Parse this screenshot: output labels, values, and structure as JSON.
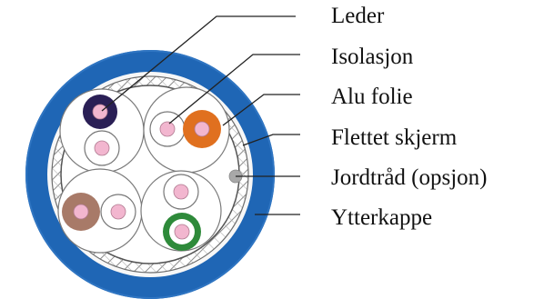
{
  "labels": [
    {
      "id": "leder",
      "text": "Leder"
    },
    {
      "id": "isolasjon",
      "text": "Isolasjon"
    },
    {
      "id": "alu-folie",
      "text": "Alu folie"
    },
    {
      "id": "flettet-skjerm",
      "text": "Flettet skjerm"
    },
    {
      "id": "jordtraad",
      "text": "Jordtråd (opsjon)"
    },
    {
      "id": "ytterkappe",
      "text": "Ytterkappe"
    }
  ],
  "colors": {
    "outer_jacket": "#1f66b5",
    "braid": "#7a7a7a",
    "conductor_core": "#f2b6cf",
    "pair1_a": "#2a1f55",
    "pair2_b": "#e0701f",
    "pair3_a": "#a87a68",
    "pair4_b": "#2e8a3a",
    "drain_wire": "#a8a8a8"
  }
}
